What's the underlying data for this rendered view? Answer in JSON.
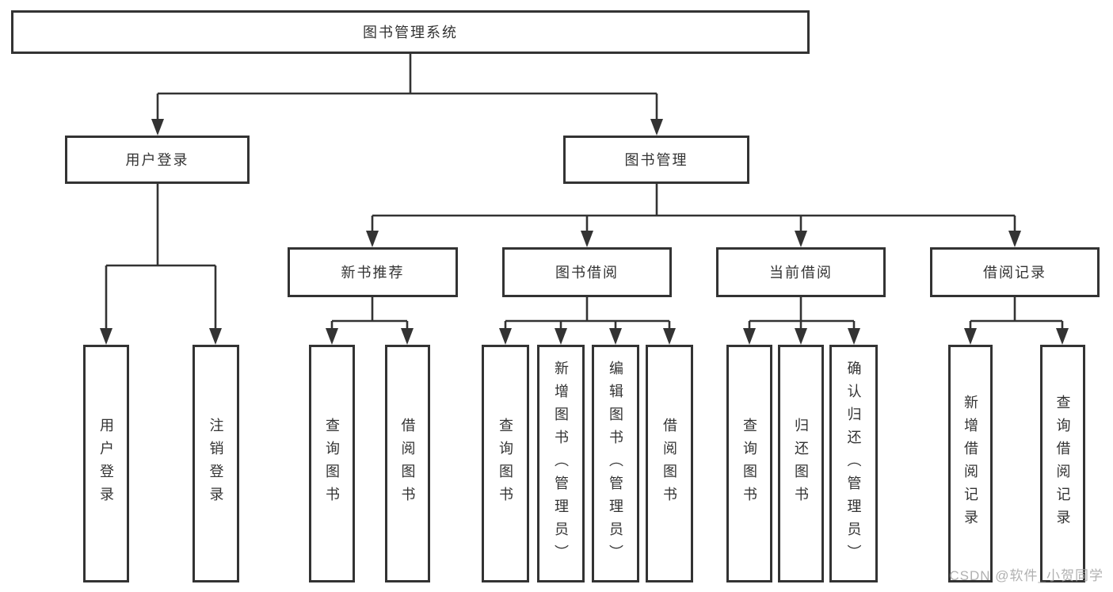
{
  "diagram": {
    "background": "#ffffff",
    "line_color": "#333333",
    "text_color": "#333333",
    "watermark_color": "#a8a8a8",
    "nodes": {
      "root": "图书管理系统",
      "user_login": "用户登录",
      "book_management": "图书管理",
      "modules": [
        "新书推荐",
        "图书借阅",
        "当前借阅",
        "借阅记录"
      ],
      "user_login_children": [
        "用户登录",
        "注销登录"
      ],
      "new_book_children": [
        "查询图书",
        "借阅图书"
      ],
      "book_borrow_children": [
        "查询图书",
        "新增图书（管理员）",
        "编辑图书（管理员）",
        "借阅图书"
      ],
      "current_borrow_children": [
        "查询图书",
        "归还图书",
        "确认归还（管理员）"
      ],
      "borrow_record_children": [
        "新增借阅记录",
        "查询借阅记录"
      ]
    },
    "hierarchy": [
      {
        "parent": "图书管理系统",
        "children": [
          "用户登录",
          "图书管理"
        ]
      },
      {
        "parent": "用户登录",
        "children": [
          "用户登录",
          "注销登录"
        ]
      },
      {
        "parent": "图书管理",
        "children": [
          "新书推荐",
          "图书借阅",
          "当前借阅",
          "借阅记录"
        ]
      },
      {
        "parent": "新书推荐",
        "children": [
          "查询图书",
          "借阅图书"
        ]
      },
      {
        "parent": "图书借阅",
        "children": [
          "查询图书",
          "新增图书（管理员）",
          "编辑图书（管理员）",
          "借阅图书"
        ]
      },
      {
        "parent": "当前借阅",
        "children": [
          "查询图书",
          "归还图书",
          "确认归还（管理员）"
        ]
      },
      {
        "parent": "借阅记录",
        "children": [
          "新增借阅记录",
          "查询借阅记录"
        ]
      }
    ],
    "watermark": "CSDN @软件_小贺同学"
  }
}
